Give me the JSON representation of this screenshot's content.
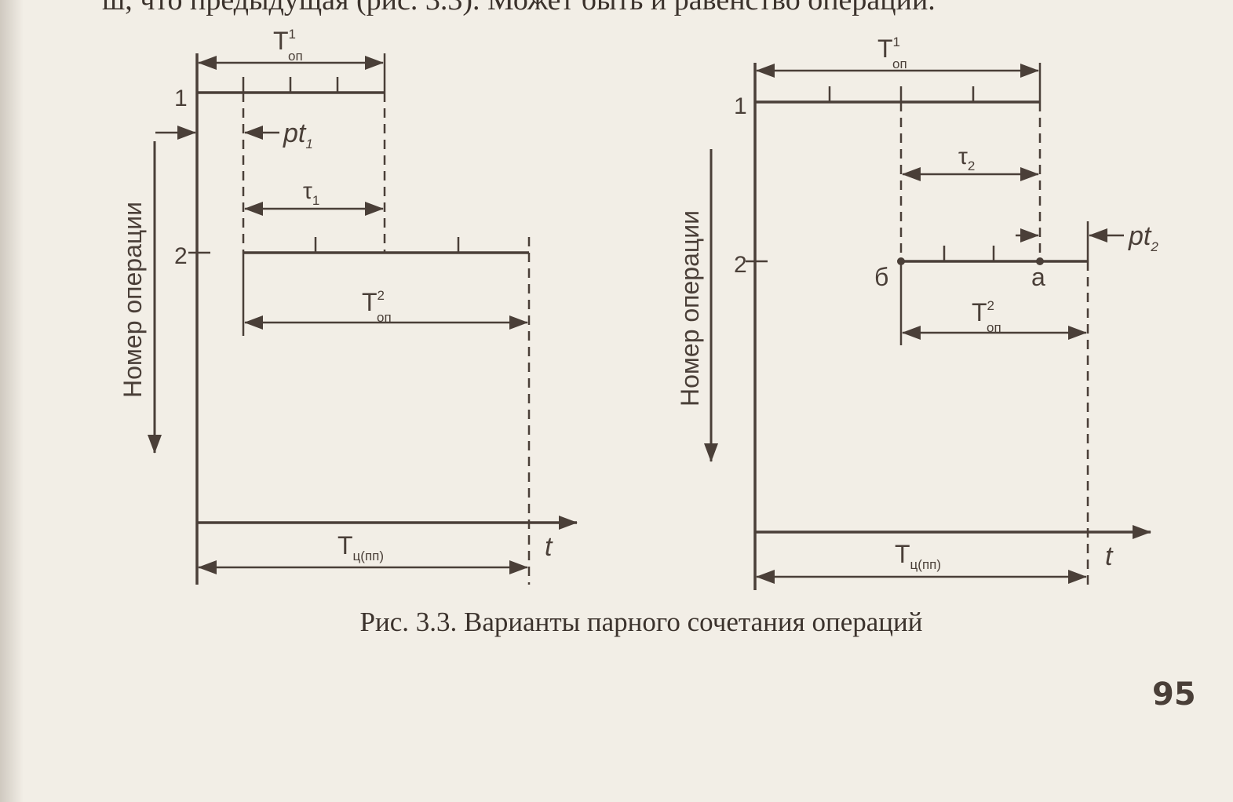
{
  "page": {
    "top_line_cut": "ш, что предыдущая (рис. 3.3). Может быть и равенство операций.",
    "caption": "Рис. 3.3. Варианты парного сочетания операций",
    "page_number": "95"
  },
  "labels": {
    "T": "T",
    "sub_op": "оп",
    "sup_1": "1",
    "sup_2": "2",
    "sub_cycle": "ц(пп)",
    "p": "p",
    "t_letter": "t",
    "sub_1": "1",
    "sub_2": "2",
    "tau": "τ",
    "axis_t": "t",
    "axis_y": "Номер операции",
    "op_1": "1",
    "op_2": "2",
    "point_b": "б",
    "point_a": "а"
  }
}
